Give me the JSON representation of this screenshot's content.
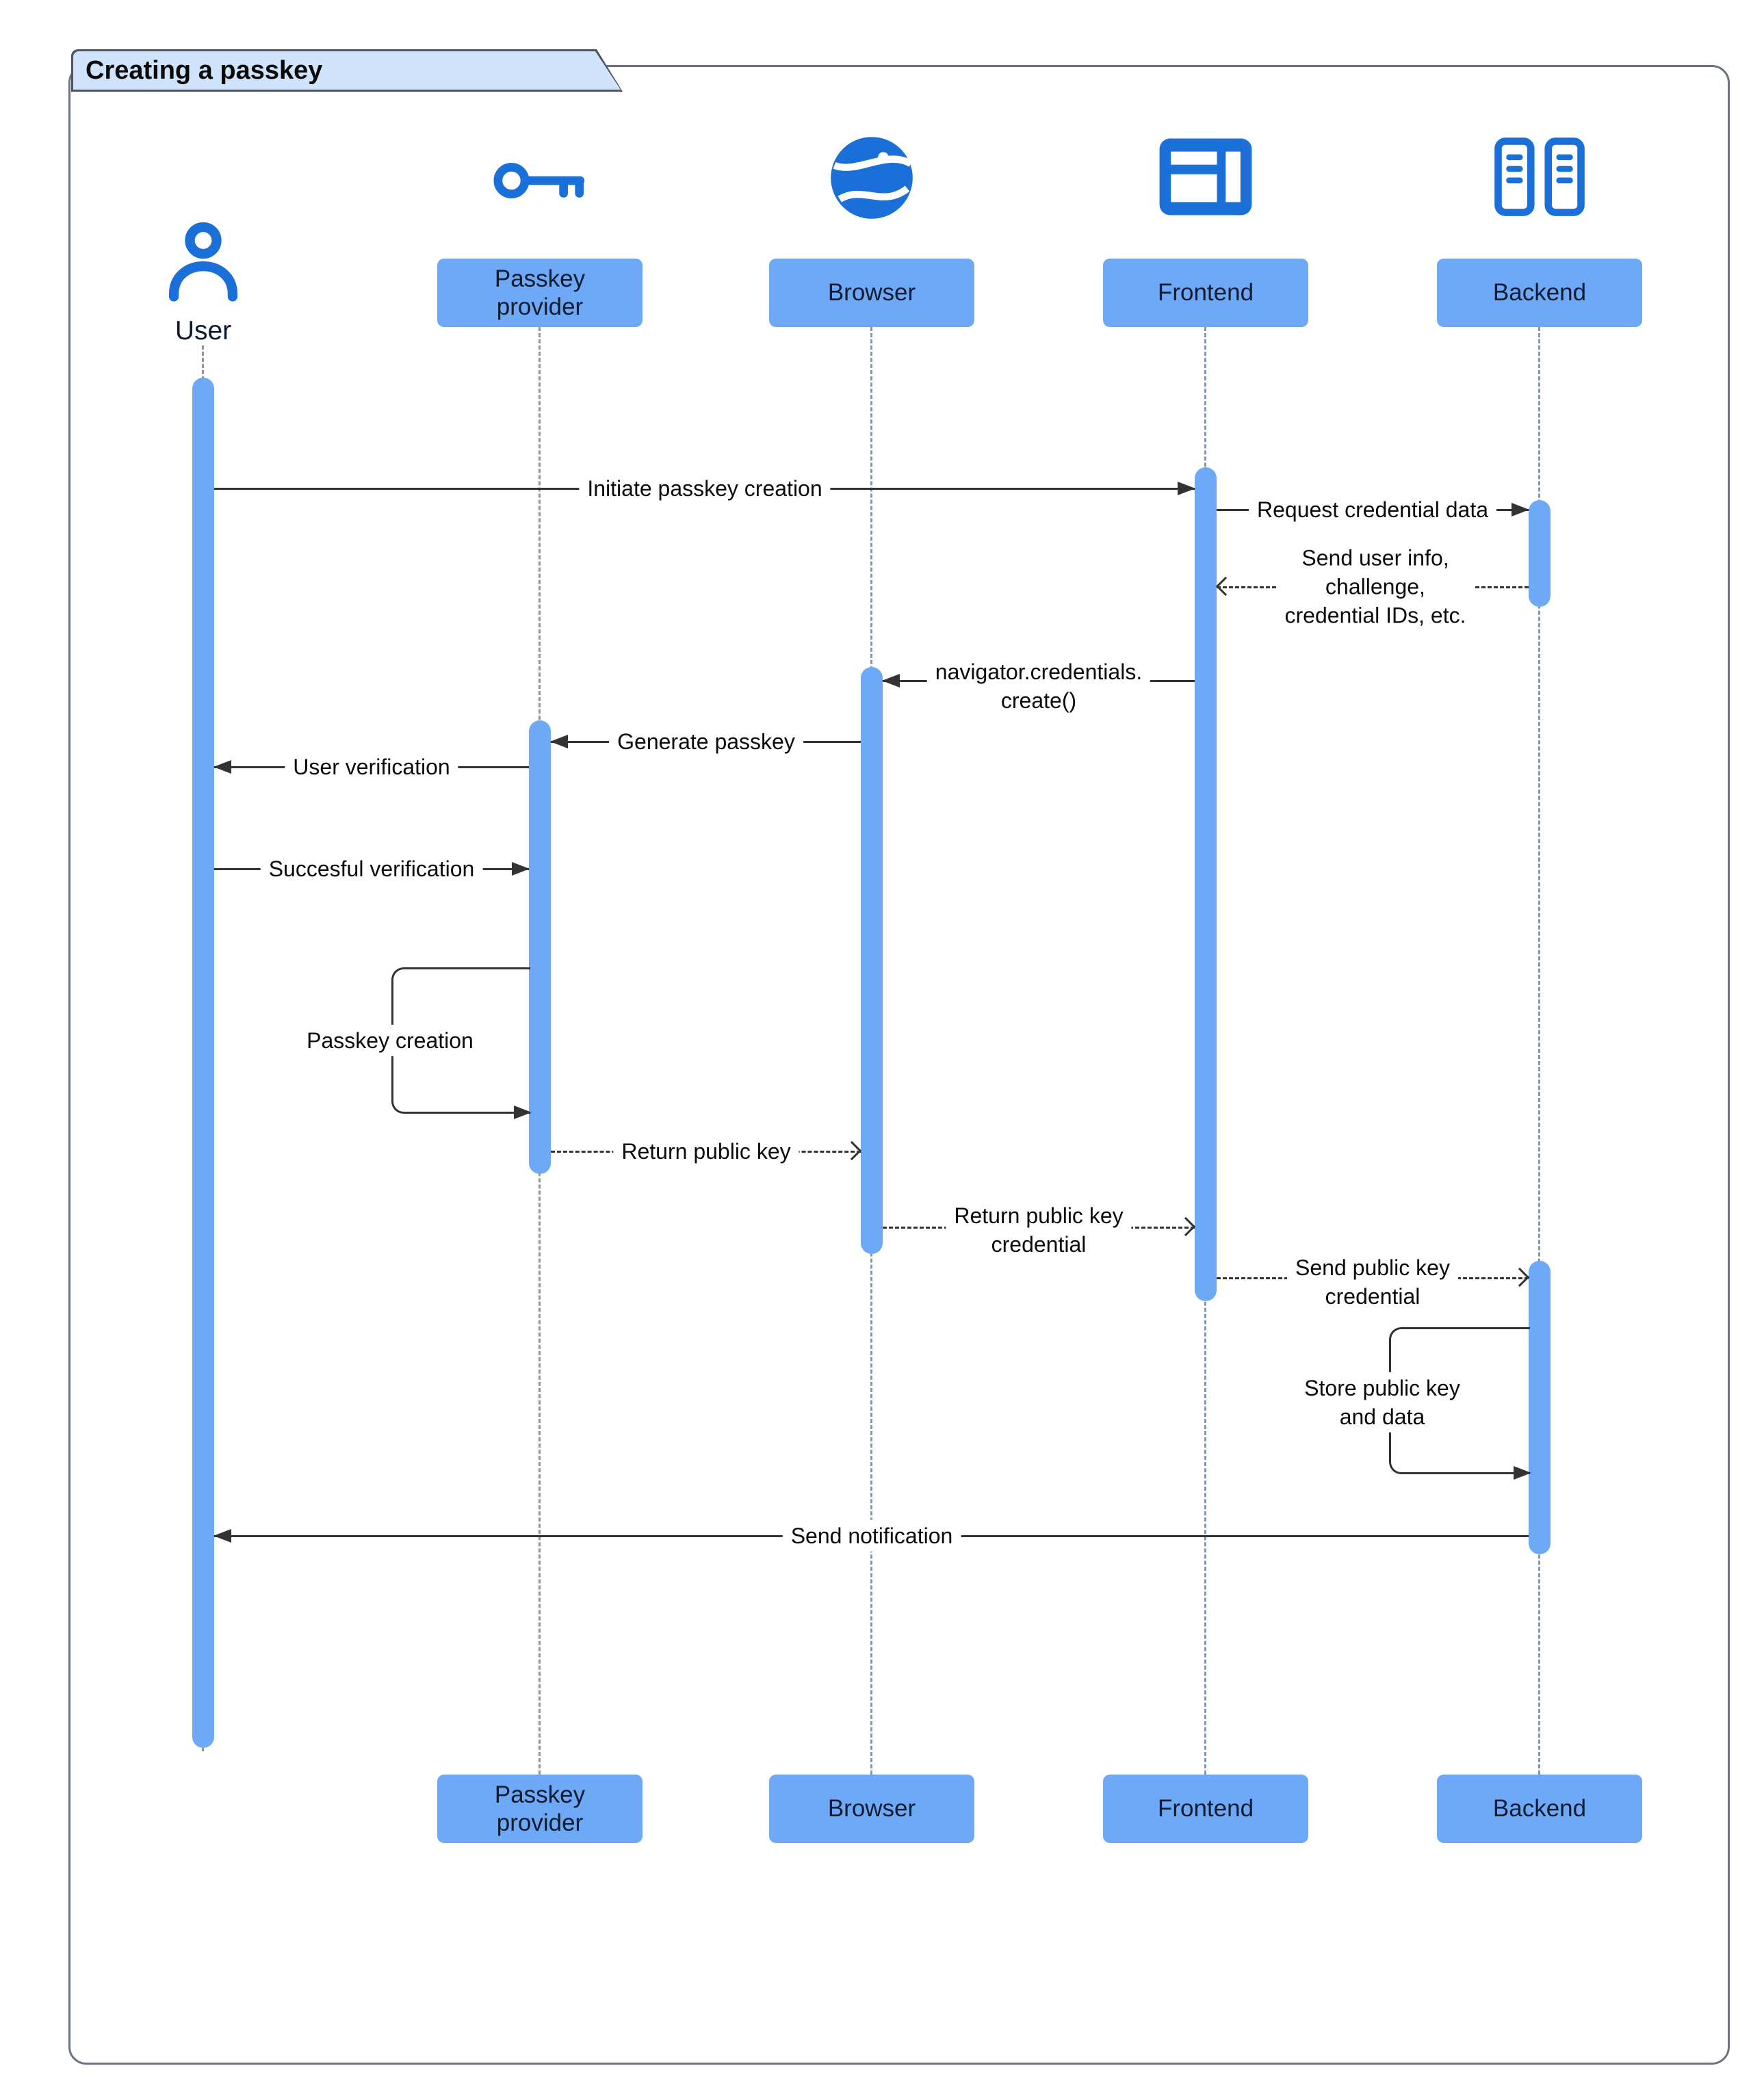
{
  "diagram": {
    "title": "Creating a passkey",
    "type": "sequence"
  },
  "colors": {
    "accent": "#1a6fd8",
    "shape-fill": "#6ea9f8",
    "title-fill": "#cfe3fb",
    "line": "#333333",
    "lifeline": "#8a97a5",
    "frame-border": "#6b7280",
    "text": "#111111"
  },
  "participants": [
    {
      "id": "user",
      "label": "User",
      "icon": "person-icon"
    },
    {
      "id": "passkey-provider",
      "label": "Passkey provider",
      "icon": "key-icon"
    },
    {
      "id": "browser",
      "label": "Browser",
      "icon": "globe-icon"
    },
    {
      "id": "frontend",
      "label": "Frontend",
      "icon": "browser-window-icon"
    },
    {
      "id": "backend",
      "label": "Backend",
      "icon": "server-icon"
    }
  ],
  "messages": [
    {
      "label": "Initiate passkey creation",
      "from": "User",
      "to": "Frontend",
      "line": "solid",
      "arrowhead": "filled"
    },
    {
      "label": "Request credential data",
      "from": "Frontend",
      "to": "Backend",
      "line": "solid",
      "arrowhead": "filled"
    },
    {
      "label": "Send user info,\nchallenge,\ncredential IDs, etc.",
      "from": "Backend",
      "to": "Frontend",
      "line": "dashed",
      "arrowhead": "open"
    },
    {
      "label": "navigator.credentials.\ncreate()",
      "from": "Frontend",
      "to": "Browser",
      "line": "solid",
      "arrowhead": "filled"
    },
    {
      "label": "Generate passkey",
      "from": "Browser",
      "to": "Passkey provider",
      "line": "solid",
      "arrowhead": "filled"
    },
    {
      "label": "User verification",
      "from": "Passkey provider",
      "to": "User",
      "line": "solid",
      "arrowhead": "filled"
    },
    {
      "label": "Succesful verification",
      "from": "User",
      "to": "Passkey provider",
      "line": "solid",
      "arrowhead": "filled"
    },
    {
      "label": "Passkey creation",
      "from": "Passkey provider",
      "to": "Passkey provider",
      "line": "solid",
      "arrowhead": "filled",
      "self_message": true
    },
    {
      "label": "Return public key",
      "from": "Passkey provider",
      "to": "Browser",
      "line": "dashed",
      "arrowhead": "open"
    },
    {
      "label": "Return public key\ncredential",
      "from": "Browser",
      "to": "Frontend",
      "line": "dashed",
      "arrowhead": "open"
    },
    {
      "label": "Send public key\ncredential",
      "from": "Frontend",
      "to": "Backend",
      "line": "dashed",
      "arrowhead": "open"
    },
    {
      "label": "Store public key\nand data",
      "from": "Backend",
      "to": "Backend",
      "line": "solid",
      "arrowhead": "filled",
      "self_message": true
    },
    {
      "label": "Send notification",
      "from": "Backend",
      "to": "User",
      "line": "solid",
      "arrowhead": "filled"
    }
  ]
}
